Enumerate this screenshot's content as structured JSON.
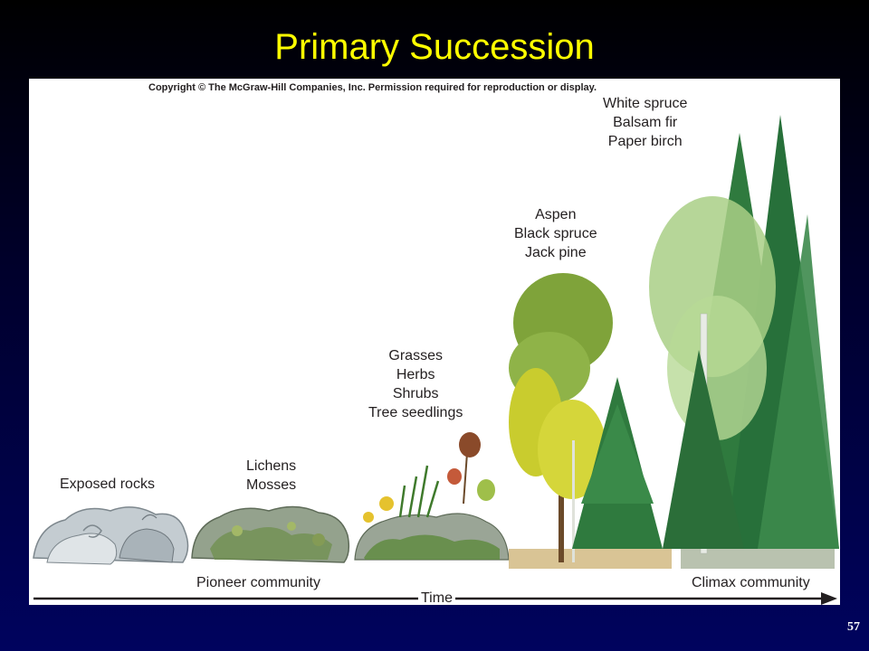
{
  "slide": {
    "title": "Primary Succession",
    "page_number": "57"
  },
  "figure": {
    "copyright": "Copyright © The McGraw-Hill Companies, Inc. Permission required for reproduction or display.",
    "stages": [
      {
        "lines": [
          "Exposed rocks"
        ]
      },
      {
        "lines": [
          "Lichens",
          "Mosses"
        ]
      },
      {
        "lines": [
          "Grasses",
          "Herbs",
          "Shrubs",
          "Tree seedlings"
        ]
      },
      {
        "lines": [
          "Aspen",
          "Black spruce",
          "Jack pine"
        ]
      },
      {
        "lines": [
          "White spruce",
          "Balsam fir",
          "Paper birch"
        ]
      }
    ],
    "community_labels": {
      "pioneer": "Pioneer community",
      "climax": "Climax community"
    },
    "axis_label": "Time"
  },
  "colors": {
    "title": "#ffff00",
    "rock": "#b9c2c7",
    "moss": "#6f8f4e",
    "spruce": "#2f7a3e",
    "aspen": "#c9cc2e",
    "birch": "#a9cf86"
  }
}
